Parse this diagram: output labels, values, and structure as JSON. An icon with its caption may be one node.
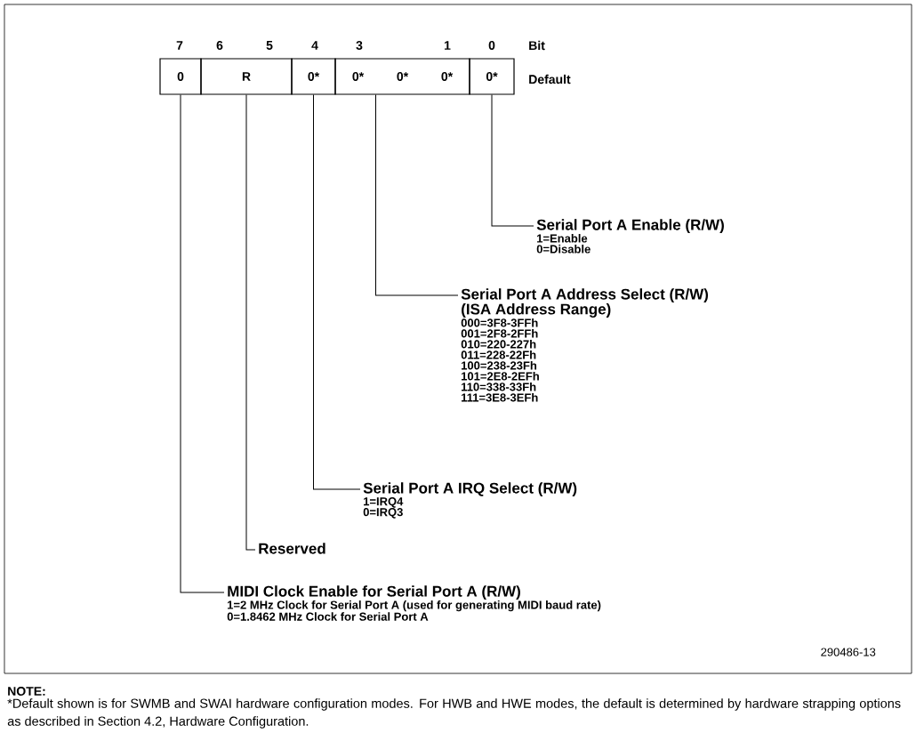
{
  "diagram": {
    "nodes": [
      {
        "text": [
          "0"
        ]
      },
      {
        "text": [
          "R"
        ]
      },
      {
        "text": [
          "0*"
        ]
      },
      {
        "text": [
          "0*",
          "0*",
          "0*"
        ]
      },
      {
        "text": [
          "0*"
        ]
      },
      {
        "text": [
          "Serial Port A Enable (R/W)",
          "1=Enable",
          "0=Disable"
        ]
      },
      {
        "text": [
          "Serial Port A Address Select (R/W)",
          "(ISA Address Range)",
          "000=3F8-3FFh",
          "001=2F8-2FFh",
          "010=220-227h",
          "011=228-22Fh",
          "100=238-23Fh",
          "101=2E8-2EFh",
          "110=338-33Fh",
          "111=3E8-3EFh"
        ]
      },
      {
        "text": [
          "Serial Port A IRQ Select (R/W)",
          "1=IRQ4",
          "0=IRQ3"
        ]
      },
      {
        "text": [
          "Reserved"
        ]
      },
      {
        "text": [
          "MIDI Clock Enable for Serial Port A  (R/W)",
          "1=2 MHz Clock for Serial Port A (used for generating MIDI baud rate)",
          "0=1.8462 MHz Clock for Serial Port A"
        ]
      }
    ],
    "edges": [
      {
        "from": 4,
        "to": 5,
        "arrow": "none"
      },
      {
        "from": 3,
        "to": 6,
        "arrow": "none"
      },
      {
        "from": 2,
        "to": 7,
        "arrow": "none"
      },
      {
        "from": 1,
        "to": 8,
        "arrow": "none"
      },
      {
        "from": 0,
        "to": 9,
        "arrow": "none"
      }
    ],
    "labels": [
      "7",
      "6",
      "5",
      "4",
      "3",
      "1",
      "0",
      "Bit",
      "Default",
      "290486-13",
      "NOTE:",
      "*Default shown is for SWMB and SWAI hardware configuration modes. For HWB and HWE modes, the default is determined by hardware strapping options as described in Section 4.2, Hardware Configuration."
    ]
  }
}
